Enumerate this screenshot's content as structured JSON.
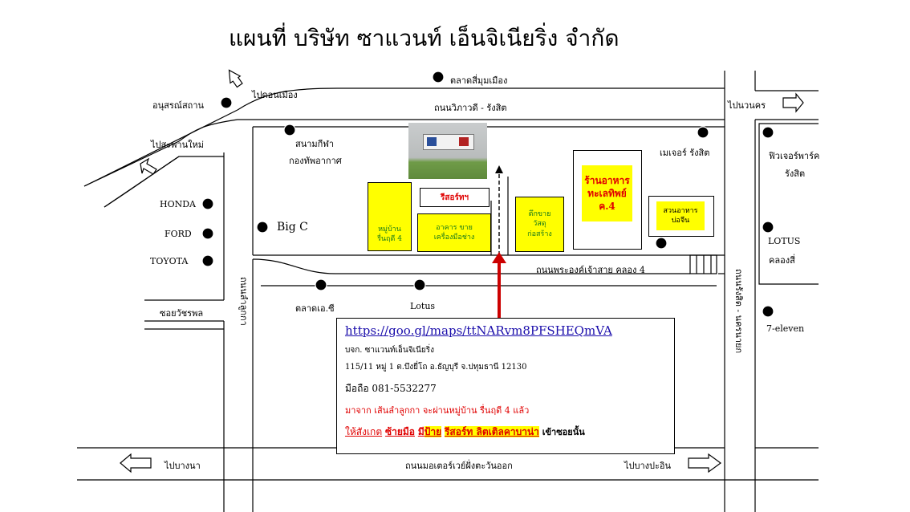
{
  "title": "แผนที่ บริษัท ซาแวนท์ เอ็นจิเนียริ่ง จำกัด",
  "roads": {
    "vibhavadi": "ถนนวิภาวดี - รังสิต",
    "phra_ong_chao_sai": "ถนนพระองค์เจ้าสาย คลอง 4",
    "motorway": "ถนนมอเตอร์เวย์ฝั่งตะวันออก",
    "left_vertical": "ถนนลำลูกกา",
    "right_vertical": "ถนนรังสิต - นครนายก",
    "soi_witcharaphon": "ซอยวัชรพล"
  },
  "directions": {
    "to_don_mueang": "ไปดอนเมือง",
    "to_nava_nakorn": "ไปนวนคร",
    "to_saphan_mai": "ไปสะพานใหม่",
    "to_bang_na": "ไปบางนา",
    "to_bang_pa_in": "ไปบางปะอิน"
  },
  "landmarks": {
    "talat_si_mum_mueang": "ตลาดสี่มุมเมือง",
    "anusawari": "อนุสรณ์สถาน",
    "stadium": [
      "สนามกีฬา",
      "กองทัพอากาศ"
    ],
    "major": "เมเจอร์ รังสิต",
    "future_park": [
      "ฟิวเจอร์พาร์ค",
      "รังสิต"
    ],
    "honda": "HONDA",
    "ford": "FORD",
    "toyota": "TOYOTA",
    "big_c": "Big C",
    "lotus_klong_si": [
      "LOTUS",
      "คลองสี่"
    ],
    "talat_aor_sor": "ตลาดเอ.ซี",
    "lotus": "Lotus",
    "seven_eleven": "7-eleven"
  },
  "boxes": {
    "resort": "รีสอร์ทฯ",
    "village": [
      "หมู่บ้าน",
      "รื่นฤดี 4"
    ],
    "tool_shop": [
      "อาคาร ขาย",
      "เครื่องมือช่าง"
    ],
    "building_materials": [
      "ตึกขาย",
      "วัสดุ",
      "ก่อสร้าง"
    ],
    "seafood_restaurant": [
      "ร้านอาหาร",
      "ทะเลทิพย์",
      "ค.4"
    ],
    "garden_restaurant": [
      "สวนอาหาร",
      "บ่อจีน"
    ]
  },
  "info": {
    "url": "https://goo.gl/maps/ttNARvm8PFSHEQmVA",
    "company": "บจก. ซาแวนท์เอ็นจิเนียริ่ง",
    "address": "115/11 หมู่ 1 ต.บึงยี่โถ   อ.ธัญบุรี   จ.ปทุมธานี   12130",
    "mobile": "มือถือ 081-5532277",
    "route_line": "มาจาก เส้นลำลูกกา จะผ่านหมู่บ้าน รื่นฤดี 4 แล้ว",
    "notice_prefix": "ให้สังเกต",
    "left_hand": "ซ้ายมือ",
    "have": "มี",
    "sign": "ป้าย",
    "resort_name": "รีสอร์ท ลิตเติลคาบาน่า",
    "enter_soi": "เข้าซอยนั้น"
  },
  "colors": {
    "highlight": "#ffff00",
    "route_arrow": "#cc0000",
    "link": "#1a0dab",
    "alert_text": "#e00000",
    "box_text_green": "#1a7a1a"
  }
}
